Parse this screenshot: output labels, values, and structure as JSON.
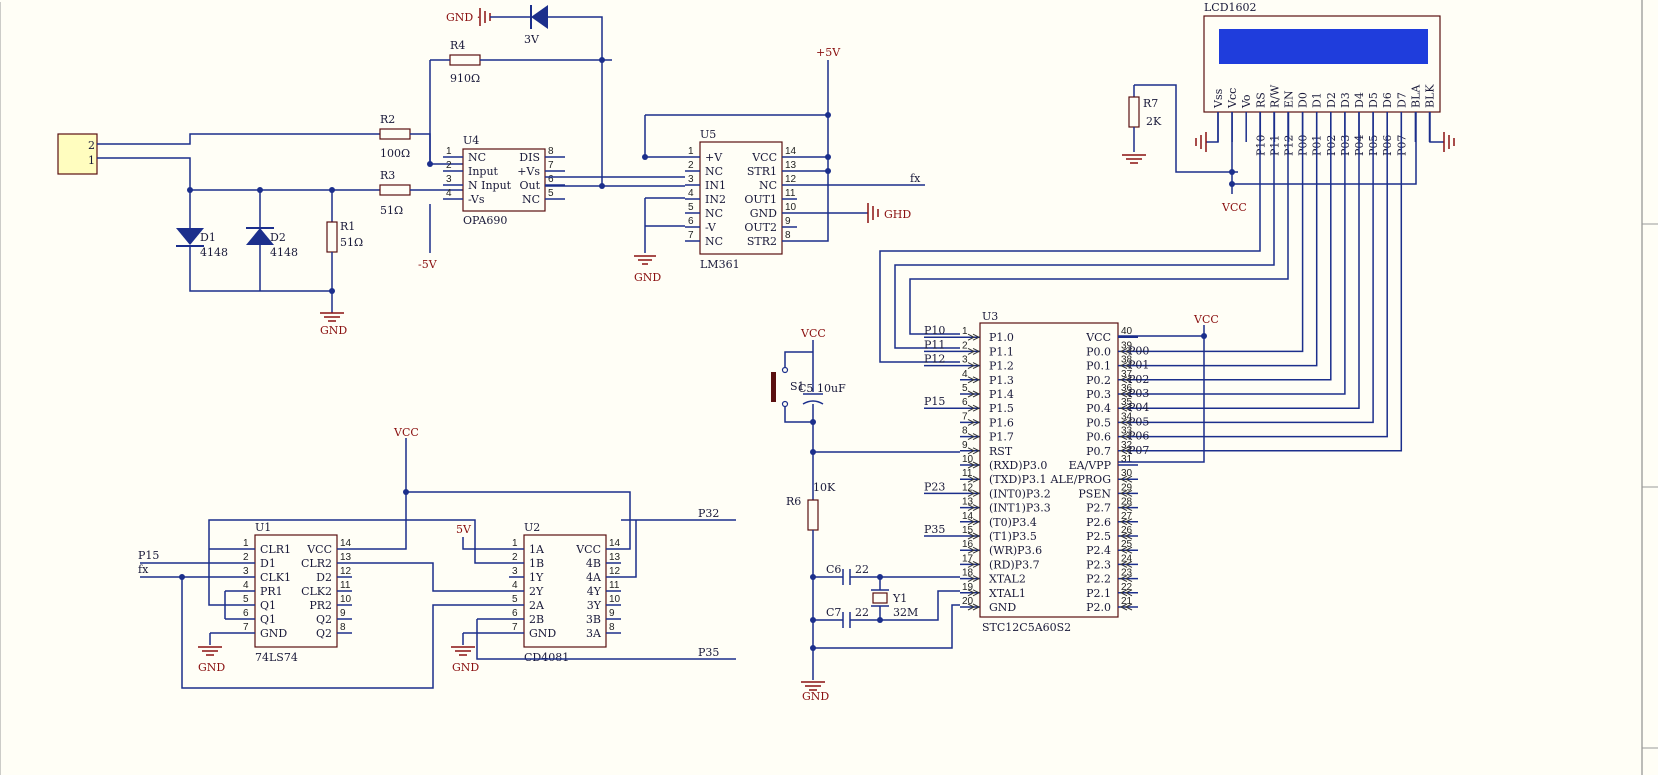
{
  "colors": {
    "paper": "#fffef6",
    "wire": "#1c2f8c",
    "body": "#5a1010",
    "lcd_screen": "#1f3ddc",
    "power": "#8a1010"
  },
  "conn": {
    "p2": "2",
    "p1": "1"
  },
  "parts": {
    "R2": {
      "ref": "R2",
      "val": "100Ω"
    },
    "R3": {
      "ref": "R3",
      "val": "51Ω"
    },
    "R4": {
      "ref": "R4",
      "val": "910Ω"
    },
    "R1": {
      "ref": "R1",
      "val": "51Ω"
    },
    "D1": {
      "ref": "D1",
      "val": "4148"
    },
    "D2": {
      "ref": "D2",
      "val": "4148"
    },
    "Z": {
      "val": "3V"
    },
    "R6": {
      "ref": "R6",
      "val": "10K"
    },
    "R7": {
      "ref": "R7",
      "val": "2K"
    },
    "C5": {
      "ref": "C5",
      "val": "10uF"
    },
    "C6": {
      "ref": "C6",
      "val": "22"
    },
    "C7": {
      "ref": "C7",
      "val": "22"
    },
    "Y1": {
      "ref": "Y1",
      "val": "32M"
    },
    "S1": {
      "ref": "S1"
    }
  },
  "power": {
    "gnd": "GND",
    "gnd_dot": "GND ·",
    "vcc": "VCC",
    "p5v": "+5V",
    "n5v": "-5V",
    "p5v_small": "5V",
    "ghd": "GHD"
  },
  "nets": {
    "fx": "fx",
    "p10": "P10",
    "p11": "P11",
    "p12": "P12",
    "p15": "P15",
    "p23": "P23",
    "p35": "P35",
    "p32": "P32"
  },
  "u4": {
    "ref": "U4",
    "name": "OPA690",
    "left": [
      [
        "1",
        "NC"
      ],
      [
        "2",
        "Input"
      ],
      [
        "3",
        "N Input"
      ],
      [
        "4",
        "-Vs"
      ]
    ],
    "right": [
      [
        "8",
        "DIS"
      ],
      [
        "7",
        "+Vs"
      ],
      [
        "6",
        "Out"
      ],
      [
        "5",
        "NC"
      ]
    ]
  },
  "u5": {
    "ref": "U5",
    "name": "LM361",
    "left": [
      [
        "1",
        "+V"
      ],
      [
        "2",
        "NC"
      ],
      [
        "3",
        "IN1"
      ],
      [
        "4",
        "IN2"
      ],
      [
        "5",
        "NC"
      ],
      [
        "6",
        "-V"
      ],
      [
        "7",
        "NC"
      ]
    ],
    "right": [
      [
        "14",
        "VCC"
      ],
      [
        "13",
        "STR1"
      ],
      [
        "12",
        "NC"
      ],
      [
        "11",
        "OUT1"
      ],
      [
        "10",
        "GND"
      ],
      [
        "9",
        "OUT2"
      ],
      [
        "8",
        "STR2"
      ]
    ]
  },
  "u1": {
    "ref": "U1",
    "name": "74LS74",
    "left": [
      [
        "1",
        "CLR1"
      ],
      [
        "2",
        "D1"
      ],
      [
        "3",
        "CLK1"
      ],
      [
        "4",
        "PR1"
      ],
      [
        "5",
        "Q1"
      ],
      [
        "6",
        "Q1"
      ],
      [
        "7",
        "GND"
      ]
    ],
    "right": [
      [
        "14",
        "VCC"
      ],
      [
        "13",
        "CLR2"
      ],
      [
        "12",
        "D2"
      ],
      [
        "11",
        "CLK2"
      ],
      [
        "10",
        "PR2"
      ],
      [
        "9",
        "Q2"
      ],
      [
        "8",
        "Q2"
      ]
    ]
  },
  "u2": {
    "ref": "U2",
    "name": "CD4081",
    "left": [
      [
        "1",
        "1A"
      ],
      [
        "2",
        "1B"
      ],
      [
        "3",
        "1Y"
      ],
      [
        "4",
        "2Y"
      ],
      [
        "5",
        "2A"
      ],
      [
        "6",
        "2B"
      ],
      [
        "7",
        "GND"
      ]
    ],
    "right": [
      [
        "14",
        "VCC"
      ],
      [
        "13",
        "4B"
      ],
      [
        "12",
        "4A"
      ],
      [
        "11",
        "4Y"
      ],
      [
        "10",
        "3Y"
      ],
      [
        "9",
        "3B"
      ],
      [
        "8",
        "3A"
      ]
    ]
  },
  "u3": {
    "ref": "U3",
    "name": "STC12C5A60S2",
    "left": [
      [
        "1",
        "P1.0"
      ],
      [
        "2",
        "P1.1"
      ],
      [
        "3",
        "P1.2"
      ],
      [
        "4",
        "P1.3"
      ],
      [
        "5",
        "P1.4"
      ],
      [
        "6",
        "P1.5"
      ],
      [
        "7",
        "P1.6"
      ],
      [
        "8",
        "P1.7"
      ],
      [
        "9",
        "RST"
      ],
      [
        "10",
        "(RXD)P3.0"
      ],
      [
        "11",
        "(TXD)P3.1"
      ],
      [
        "12",
        "(INT0)P3.2"
      ],
      [
        "13",
        "(INT1)P3.3"
      ],
      [
        "14",
        "(T0)P3.4"
      ],
      [
        "15",
        "(T1)P3.5"
      ],
      [
        "16",
        "(WR)P3.6"
      ],
      [
        "17",
        "(RD)P3.7"
      ],
      [
        "18",
        "XTAL2"
      ],
      [
        "19",
        "XTAL1"
      ],
      [
        "20",
        "GND"
      ]
    ],
    "right": [
      [
        "40",
        "VCC"
      ],
      [
        "39",
        "P0.0"
      ],
      [
        "38",
        "P0.1"
      ],
      [
        "37",
        "P0.2"
      ],
      [
        "36",
        "P0.3"
      ],
      [
        "35",
        "P0.4"
      ],
      [
        "34",
        "P0.5"
      ],
      [
        "33",
        "P0.6"
      ],
      [
        "32",
        "P0.7"
      ],
      [
        "31",
        "EA/VPP"
      ],
      [
        "30",
        "ALE/PROG"
      ],
      [
        "29",
        "PSEN"
      ],
      [
        "28",
        "P2.7"
      ],
      [
        "27",
        "P2.6"
      ],
      [
        "26",
        "P2.5"
      ],
      [
        "25",
        "P2.4"
      ],
      [
        "24",
        "P2.3"
      ],
      [
        "23",
        "P2.2"
      ],
      [
        "22",
        "P2.1"
      ],
      [
        "21",
        "P2.0"
      ]
    ],
    "left_nets": {
      "1": "P10",
      "2": "P11",
      "3": "P12",
      "6": "P15",
      "12": "P23",
      "15": "P35"
    },
    "right_nets": {
      "39": "P00",
      "38": "P01",
      "37": "P02",
      "36": "P03",
      "35": "P04",
      "34": "P05",
      "33": "P06",
      "32": "P07"
    }
  },
  "lcd": {
    "ref": "LCD1602",
    "pins": [
      "Vss",
      "Vcc",
      "Vo",
      "RS",
      "R/W",
      "EN",
      "D0",
      "D1",
      "D2",
      "D3",
      "D4",
      "D5",
      "D6",
      "D7",
      "BLA",
      "BLK"
    ],
    "nets": [
      "P10",
      "P11",
      "P12",
      "P00",
      "P01",
      "P02",
      "P03",
      "P04",
      "P05",
      "P06",
      "P07"
    ]
  }
}
